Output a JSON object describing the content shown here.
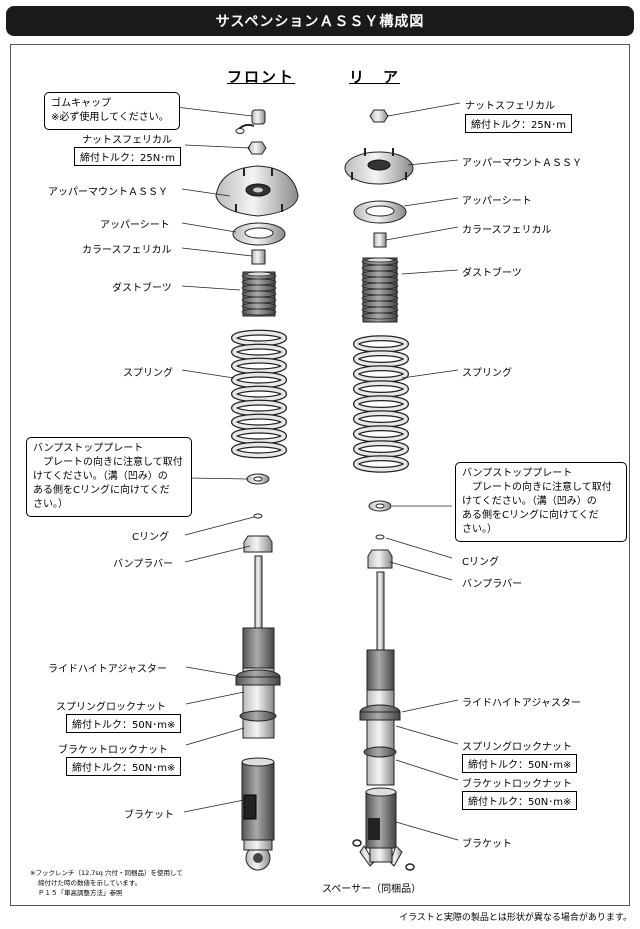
{
  "header": {
    "title": "サスペンションＡＳＳＹ構成図"
  },
  "front": {
    "title": "フロント",
    "labels": {
      "cap_line1": "ゴムキャップ",
      "cap_line2": "※必ず使用してください。",
      "nut": "ナットスフェリカル",
      "nut_torque": "締付トルク：25N･m",
      "upper_mount": "アッパーマウントＡＳＳＹ",
      "upper_seat": "アッパーシート",
      "collar": "カラースフェリカル",
      "dust_boot": "ダストブーツ",
      "spring": "スプリング",
      "bump_plate_title": "バンプストッププレート",
      "bump_plate_l1": "プレートの向きに注意して取付",
      "bump_plate_l2": "けてください。（溝（凹み）の",
      "bump_plate_l3": "ある側をCリングに向けてくだ",
      "bump_plate_l4": "さい。）",
      "c_ring": "Cリング",
      "bump_rubber": "バンプラバー",
      "ride_height": "ライドハイトアジャスター",
      "spring_lock": "スプリングロックナット",
      "spring_lock_torque": "締付トルク：50N･m※",
      "bracket_lock": "ブラケットロックナット",
      "bracket_lock_torque": "締付トルク：50N･m※",
      "bracket": "ブラケット"
    }
  },
  "rear": {
    "title": "リ　ア",
    "labels": {
      "nut": "ナットスフェリカル",
      "nut_torque": "締付トルク：25N･m",
      "upper_mount": "アッパーマウントＡＳＳＹ",
      "upper_seat": "アッパーシート",
      "collar": "カラースフェリカル",
      "dust_boot": "ダストブーツ",
      "spring": "スプリング",
      "bump_plate_title": "バンプストッププレート",
      "bump_plate_l1": "プレートの向きに注意して取付",
      "bump_plate_l2": "けてください。（溝（凹み）の",
      "bump_plate_l3": "ある側をCリングに向けてくだ",
      "bump_plate_l4": "さい。）",
      "c_ring": "Cリング",
      "bump_rubber": "バンプラバー",
      "ride_height": "ライドハイトアジャスター",
      "spring_lock": "スプリングロックナット",
      "spring_lock_torque": "締付トルク：50N･m※",
      "bracket_lock": "ブラケットロックナット",
      "bracket_lock_torque": "締付トルク：50N･m※",
      "bracket": "ブラケット",
      "spacer": "スペーサー（同梱品）"
    }
  },
  "footnote": {
    "line1": "※フックレンチ（12.7sq 穴付・同梱品）を使用して",
    "line2": "締付けた時の数値を示しています。",
    "line3": "Ｐ１５「車高調整方法」参照"
  },
  "disclaimer": "イラストと実際の製品とは形状が異なる場合があります。"
}
